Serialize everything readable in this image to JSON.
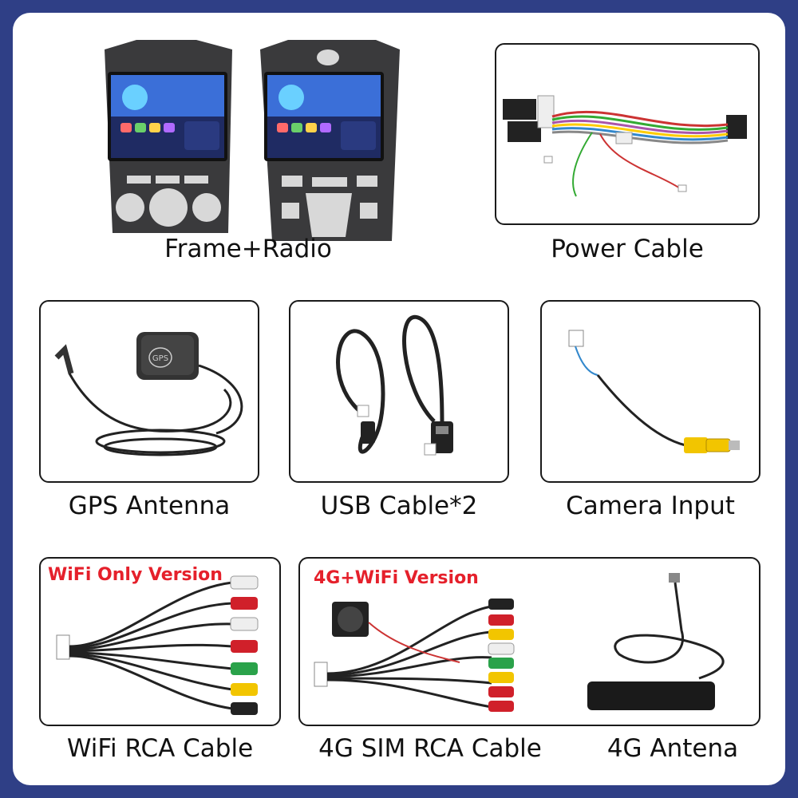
{
  "items": {
    "frame_radio": "Frame+Radio",
    "power_cable": "Power Cable",
    "gps_antenna": "GPS Antenna",
    "usb_cable": "USB Cable*2",
    "camera_input": "Camera Input",
    "wifi_rca_cable": "WiFi RCA Cable",
    "sim_rca_cable": "4G SIM RCA Cable",
    "antenna_4g": "4G Antena"
  },
  "tags": {
    "wifi_only": "WiFi Only Version",
    "wifi_4g": "4G+WiFi Version"
  },
  "gps_label": "GPS",
  "colors": {
    "background": "#2f3f86",
    "panel": "#ffffff",
    "tag_red": "#e5202b",
    "rca_yellow": "#f2c500",
    "rca_red": "#d0202a",
    "rca_white": "#eeeeee",
    "rca_green": "#2aa24a"
  }
}
